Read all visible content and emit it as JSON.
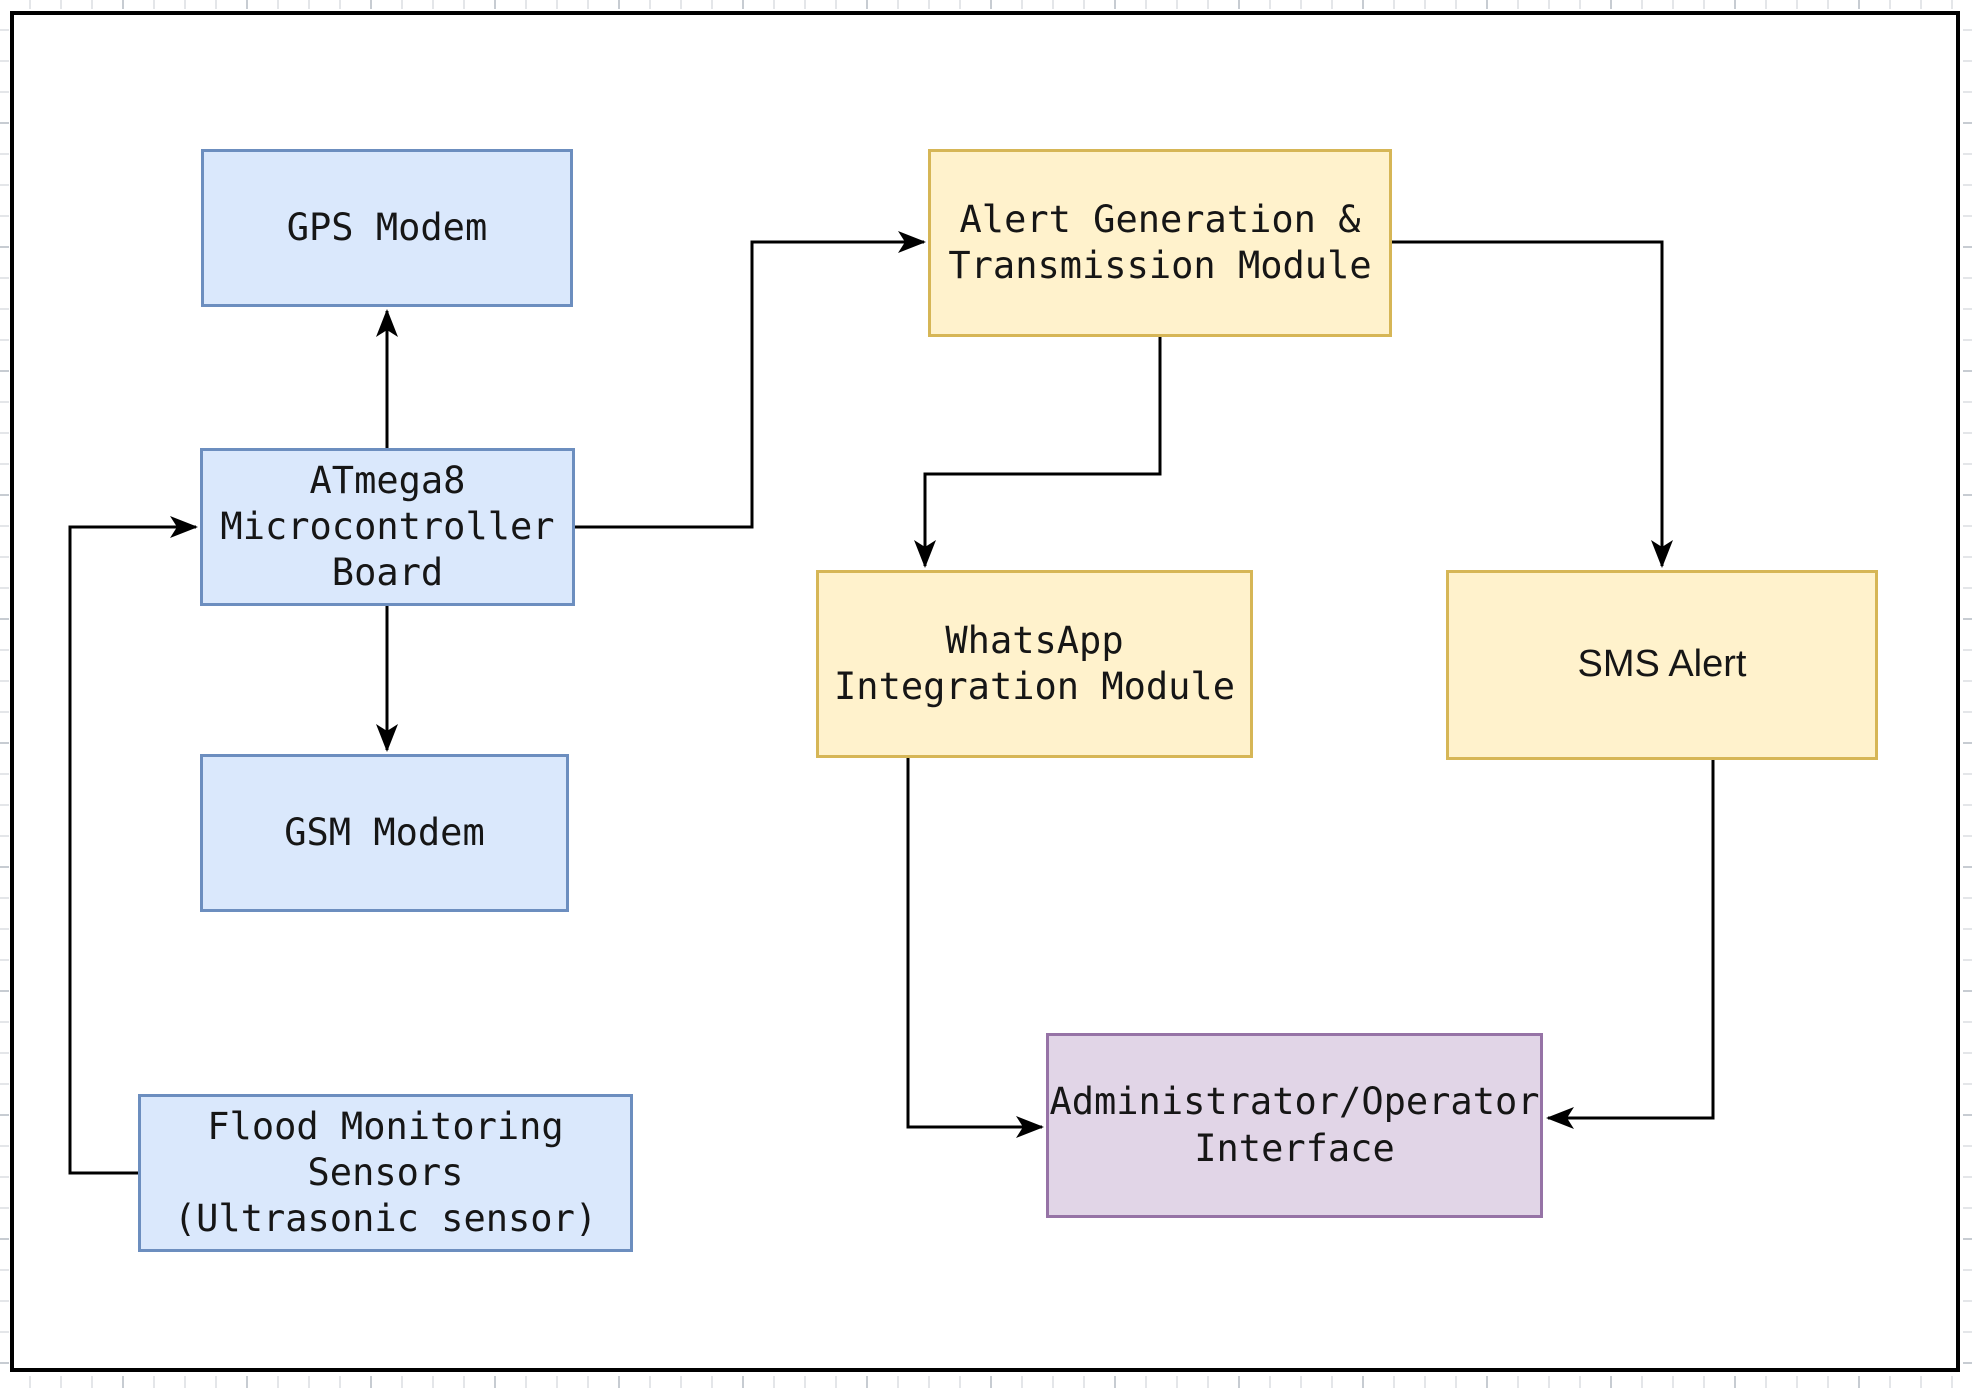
{
  "diagram": {
    "type": "flowchart",
    "nodes": [
      {
        "id": "gps-modem",
        "label": "GPS Modem",
        "fill": "#dae8fc",
        "border": "#6c8ebf"
      },
      {
        "id": "atmega8-microcontroller-board",
        "label": "ATmega8\nMicrocontroller\nBoard",
        "fill": "#dae8fc",
        "border": "#6c8ebf"
      },
      {
        "id": "gsm-modem",
        "label": "GSM Modem",
        "fill": "#dae8fc",
        "border": "#6c8ebf"
      },
      {
        "id": "flood-monitoring-sensors",
        "label": "Flood Monitoring\nSensors\n(Ultrasonic sensor)",
        "fill": "#dae8fc",
        "border": "#6c8ebf"
      },
      {
        "id": "alert-generation-transmission-module",
        "label": "Alert Generation &\nTransmission Module",
        "fill": "#fff2cc",
        "border": "#d6b656"
      },
      {
        "id": "whatsapp-integration-module",
        "label": "WhatsApp\nIntegration Module",
        "fill": "#fff2cc",
        "border": "#d6b656"
      },
      {
        "id": "sms-alert",
        "label": "SMS Alert",
        "fill": "#fff2cc",
        "border": "#d6b656"
      },
      {
        "id": "administrator-operator-interface",
        "label": "Administrator/Operator\nInterface",
        "fill": "#e1d5e7",
        "border": "#9673a6"
      }
    ],
    "edges": [
      {
        "from": "atmega8-microcontroller-board",
        "to": "gps-modem"
      },
      {
        "from": "atmega8-microcontroller-board",
        "to": "gsm-modem"
      },
      {
        "from": "flood-monitoring-sensors",
        "to": "atmega8-microcontroller-board"
      },
      {
        "from": "atmega8-microcontroller-board",
        "to": "alert-generation-transmission-module"
      },
      {
        "from": "alert-generation-transmission-module",
        "to": "whatsapp-integration-module"
      },
      {
        "from": "alert-generation-transmission-module",
        "to": "sms-alert"
      },
      {
        "from": "whatsapp-integration-module",
        "to": "administrator-operator-interface"
      },
      {
        "from": "sms-alert",
        "to": "administrator-operator-interface"
      }
    ],
    "colors": {
      "line": "#000000",
      "frame": "#000000"
    }
  }
}
